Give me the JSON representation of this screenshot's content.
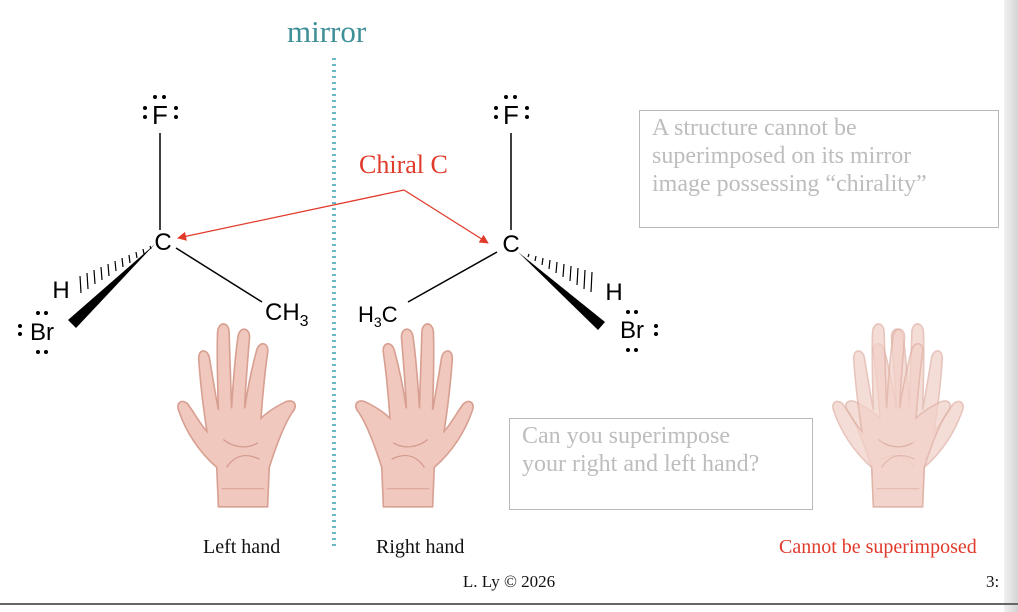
{
  "mirror_label": "mirror",
  "chiral_label": "Chiral C",
  "left_molecule": {
    "top": "F",
    "center": "C",
    "h": "H",
    "br": "Br",
    "ch3_main": "CH",
    "ch3_sub": "3"
  },
  "right_molecule": {
    "top": "F",
    "center": "C",
    "h": "H",
    "br": "Br",
    "h3c_main": "H",
    "h3c_sub": "3",
    "h3c_end": "C"
  },
  "note_chirality": [
    "A structure cannot be",
    "superimposed on its mirror",
    "image possessing “chirality”"
  ],
  "note_hands": [
    "Can you superimpose",
    "your right and left hand?"
  ],
  "captions": {
    "left_hand": "Left hand",
    "right_hand": "Right hand",
    "superimposed": "Cannot be superimposed"
  },
  "footer": "L. Ly © 2026",
  "page_number": "3:",
  "colors": {
    "mirror": "#3f8f98",
    "accent": "#e03a2b",
    "hand_fill": "#f0c8bd",
    "hand_stroke": "#d8a092"
  }
}
